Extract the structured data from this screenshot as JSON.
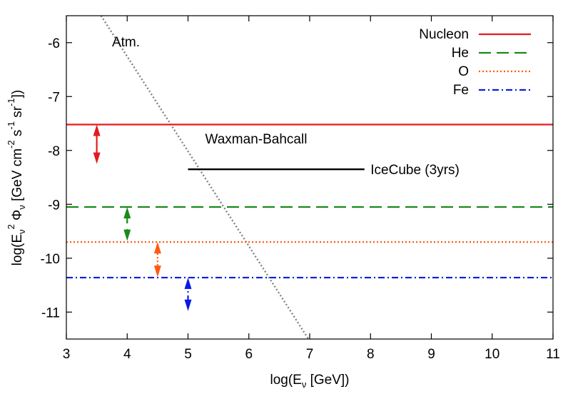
{
  "chart_data": {
    "type": "line",
    "title": "",
    "xlabel": {
      "pre": "log(E",
      "sub": "ν",
      "post": " [GeV])"
    },
    "ylabel": {
      "t1": "log(E",
      "s1": "ν",
      "p1": "2",
      "t2": " Φ",
      "s2": "ν",
      "t3": " [GeV cm",
      "p2": "-2",
      "t4": " s",
      "p3": "-1",
      "t5": " sr",
      "p4": "-1",
      "t6": "])"
    },
    "xlim": [
      3,
      11
    ],
    "ylim": [
      -11.5,
      -5.5
    ],
    "xticks": [
      "3",
      "4",
      "5",
      "6",
      "7",
      "8",
      "9",
      "10",
      "11"
    ],
    "yticks": [
      "-6",
      "-7",
      "-8",
      "-9",
      "-10",
      "-11"
    ],
    "grid": false,
    "legend": {
      "placement": "top-right",
      "entries": [
        {
          "label": "Nucleon",
          "color": "#e41a1c",
          "style": "solid"
        },
        {
          "label": "He",
          "color": "#1a8a1a",
          "style": "dashed"
        },
        {
          "label": "O",
          "color": "#ff5a10",
          "style": "dotted"
        },
        {
          "label": "Fe",
          "color": "#0a1adf",
          "style": "dashdot"
        }
      ]
    },
    "series": [
      {
        "name": "Nucleon",
        "color": "#e41a1c",
        "style": "solid",
        "y": -7.52,
        "arrow": {
          "x": 3.5,
          "y_top": -7.52,
          "y_bottom": -8.25
        }
      },
      {
        "name": "He",
        "color": "#1a8a1a",
        "style": "dashed",
        "y": -9.05,
        "arrow": {
          "x": 4.0,
          "y_top": -9.05,
          "y_bottom": -9.68
        }
      },
      {
        "name": "O",
        "color": "#ff5a10",
        "style": "dotted",
        "y": -9.7,
        "arrow": {
          "x": 4.5,
          "y_top": -9.7,
          "y_bottom": -10.35
        }
      },
      {
        "name": "Fe",
        "color": "#0a1adf",
        "style": "dashdot",
        "y": -10.36,
        "arrow": {
          "x": 5.0,
          "y_top": -10.36,
          "y_bottom": -10.98
        }
      }
    ],
    "atmospheric": {
      "color": "#808080",
      "style": "dotted",
      "points": [
        [
          3.57,
          -5.5
        ],
        [
          6.98,
          -11.5
        ]
      ]
    },
    "icecube": {
      "color": "#000000",
      "x": [
        5.0,
        7.9
      ],
      "y": -8.35
    },
    "annotations": {
      "atm": {
        "text": "Atm.",
        "x": 3.75,
        "y": -5.98
      },
      "waxman": {
        "text": "Waxman-Bahcall",
        "x": 6.12,
        "y": -7.78
      },
      "icecube": {
        "text": "IceCube (3yrs)",
        "x": 8.0,
        "y": -8.35
      }
    }
  }
}
